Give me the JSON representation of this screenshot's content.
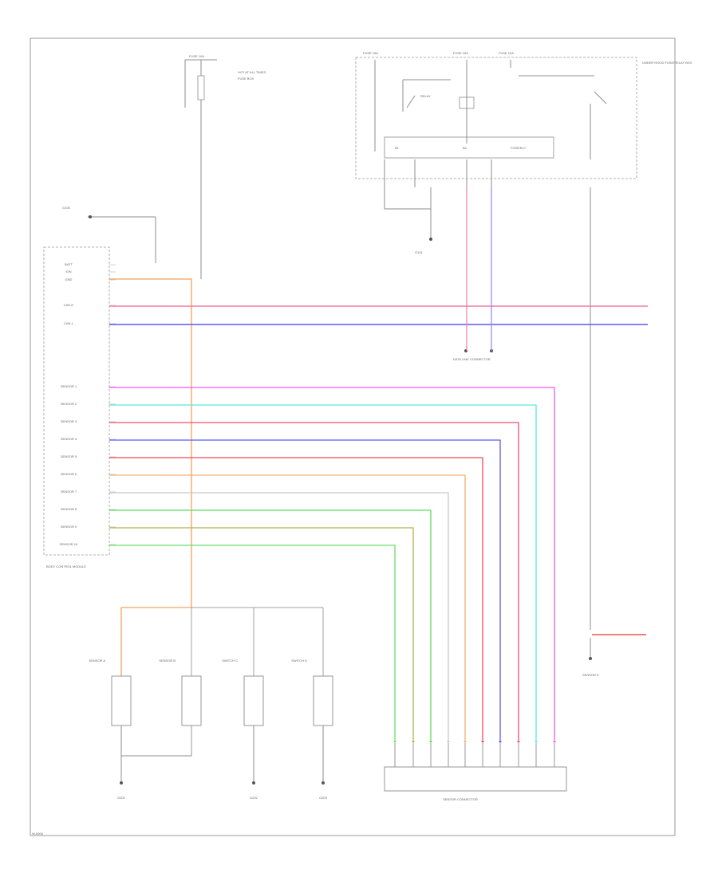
{
  "diagram": {
    "corner_code": "W-0000",
    "module_label": "BODY CONTROL MODULE",
    "left_labels": [
      "BATT",
      "IGN",
      "GND",
      "CAN-H",
      "CAN-L",
      "SENSOR 1",
      "SENSOR 2",
      "SENSOR 3",
      "SENSOR 4",
      "SENSOR 5",
      "SENSOR 6",
      "SENSOR 7",
      "SENSOR 8",
      "SENSOR 9",
      "SENSOR 10"
    ],
    "left_wire_colors": [
      "ORG",
      "PNK",
      "BLU",
      "VIO",
      "LT GRN",
      "RED",
      "BLU",
      "RED",
      "ORG",
      "GRY",
      "GRN",
      "BRN",
      "LT GRN"
    ],
    "top_left_fuse": "FUSE 10A",
    "top_left_text": [
      "HOT AT ALL TIMES",
      "FUSE BOX"
    ],
    "ground_top": "G100",
    "relay_box_label": "UNDER HOOD FUSE/RELAY BOX",
    "relay_fuses": [
      "FUSE 15A",
      "FUSE 20A",
      "FUSE 10A"
    ],
    "relay_label": "RELAY",
    "relay_row": [
      "B1",
      "B2",
      "FUSE/RLY"
    ],
    "ground_mid": "G101",
    "data_link_label": "DATA LINK CONNECTOR",
    "bottom_components": [
      "SENSOR A",
      "SENSOR B",
      "SWITCH C",
      "SWITCH D"
    ],
    "bottom_grounds": [
      "G201",
      "G202",
      "G203"
    ],
    "connector_label": "SENSOR CONNECTOR",
    "right_component": "SENSOR E",
    "wire_tag": "BLK"
  }
}
